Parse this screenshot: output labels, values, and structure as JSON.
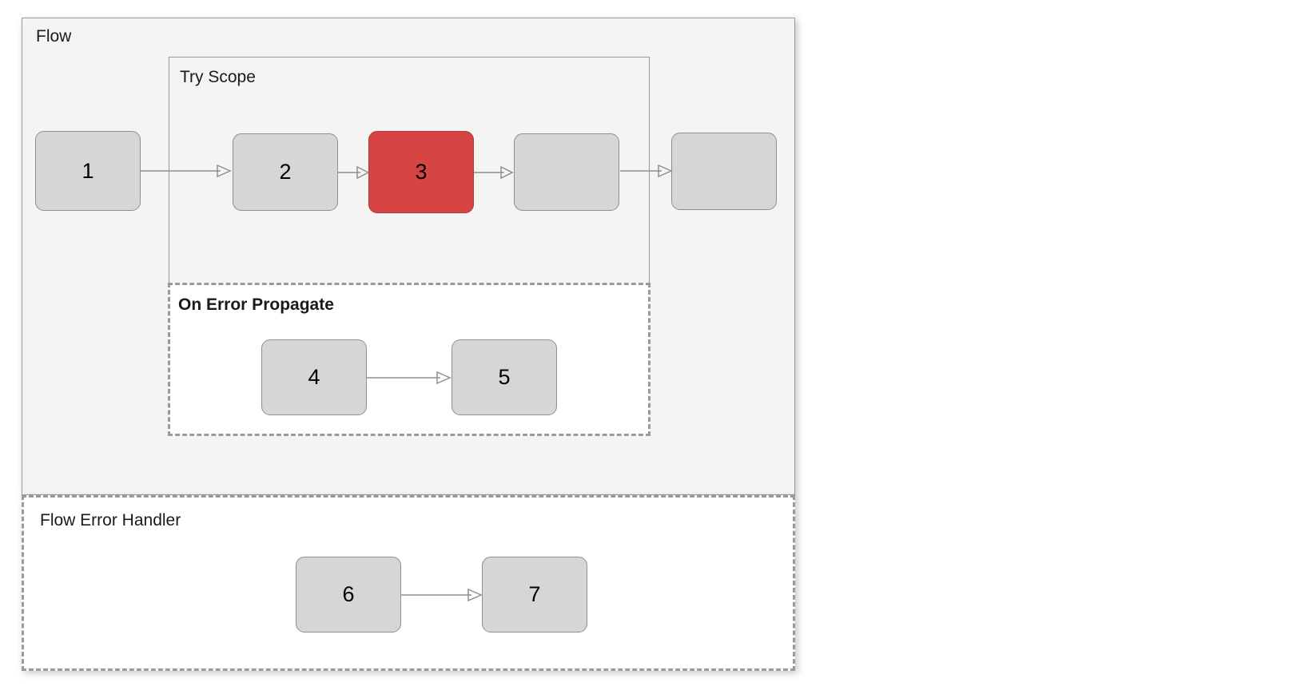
{
  "diagram": {
    "title": "Flow",
    "background": "#ffffff",
    "colors": {
      "container_fill": "#f4f4f4",
      "container_border": "#9a9a9a",
      "node_fill": "#d6d6d6",
      "node_border": "#8f8f8f",
      "error_node_fill": "#d64444",
      "error_node_border": "#b03a3a",
      "connector": "#8f8f8f",
      "text": "#1a1a1a",
      "handler_fill": "#ffffff"
    }
  },
  "containers": {
    "flow": {
      "label": "Flow",
      "border_style": "solid",
      "fill": "#f4f4f4"
    },
    "try_scope": {
      "label": "Try Scope",
      "border_style": "solid",
      "fill": "#f4f4f4"
    },
    "on_error_propagate": {
      "label": "On Error Propagate",
      "border_style": "dashed",
      "fill": "#ffffff"
    },
    "flow_error_handler": {
      "label": "Flow Error Handler",
      "border_style": "dashed",
      "fill": "#ffffff"
    }
  },
  "nodes": [
    {
      "id": "n1",
      "label": "1",
      "state": "normal",
      "container": "flow"
    },
    {
      "id": "n2",
      "label": "2",
      "state": "normal",
      "container": "try_scope"
    },
    {
      "id": "n3",
      "label": "3",
      "state": "error",
      "container": "try_scope"
    },
    {
      "id": "n4",
      "label": "",
      "state": "normal",
      "container": "try_scope"
    },
    {
      "id": "n5",
      "label": "",
      "state": "normal",
      "container": "flow"
    },
    {
      "id": "n6",
      "label": "4",
      "state": "normal",
      "container": "on_error_propagate"
    },
    {
      "id": "n7",
      "label": "5",
      "state": "normal",
      "container": "on_error_propagate"
    },
    {
      "id": "n8",
      "label": "6",
      "state": "normal",
      "container": "flow_error_handler"
    },
    {
      "id": "n9",
      "label": "7",
      "state": "normal",
      "container": "flow_error_handler"
    }
  ],
  "connectors": [
    {
      "from": "n1",
      "to": "n2",
      "arrow": "open-triangle"
    },
    {
      "from": "n2",
      "to": "n3",
      "arrow": "open-triangle"
    },
    {
      "from": "n3",
      "to": "n4",
      "arrow": "open-triangle"
    },
    {
      "from": "n4",
      "to": "n5",
      "arrow": "open-triangle"
    },
    {
      "from": "n6",
      "to": "n7",
      "arrow": "open-triangle"
    },
    {
      "from": "n8",
      "to": "n9",
      "arrow": "open-triangle"
    }
  ]
}
